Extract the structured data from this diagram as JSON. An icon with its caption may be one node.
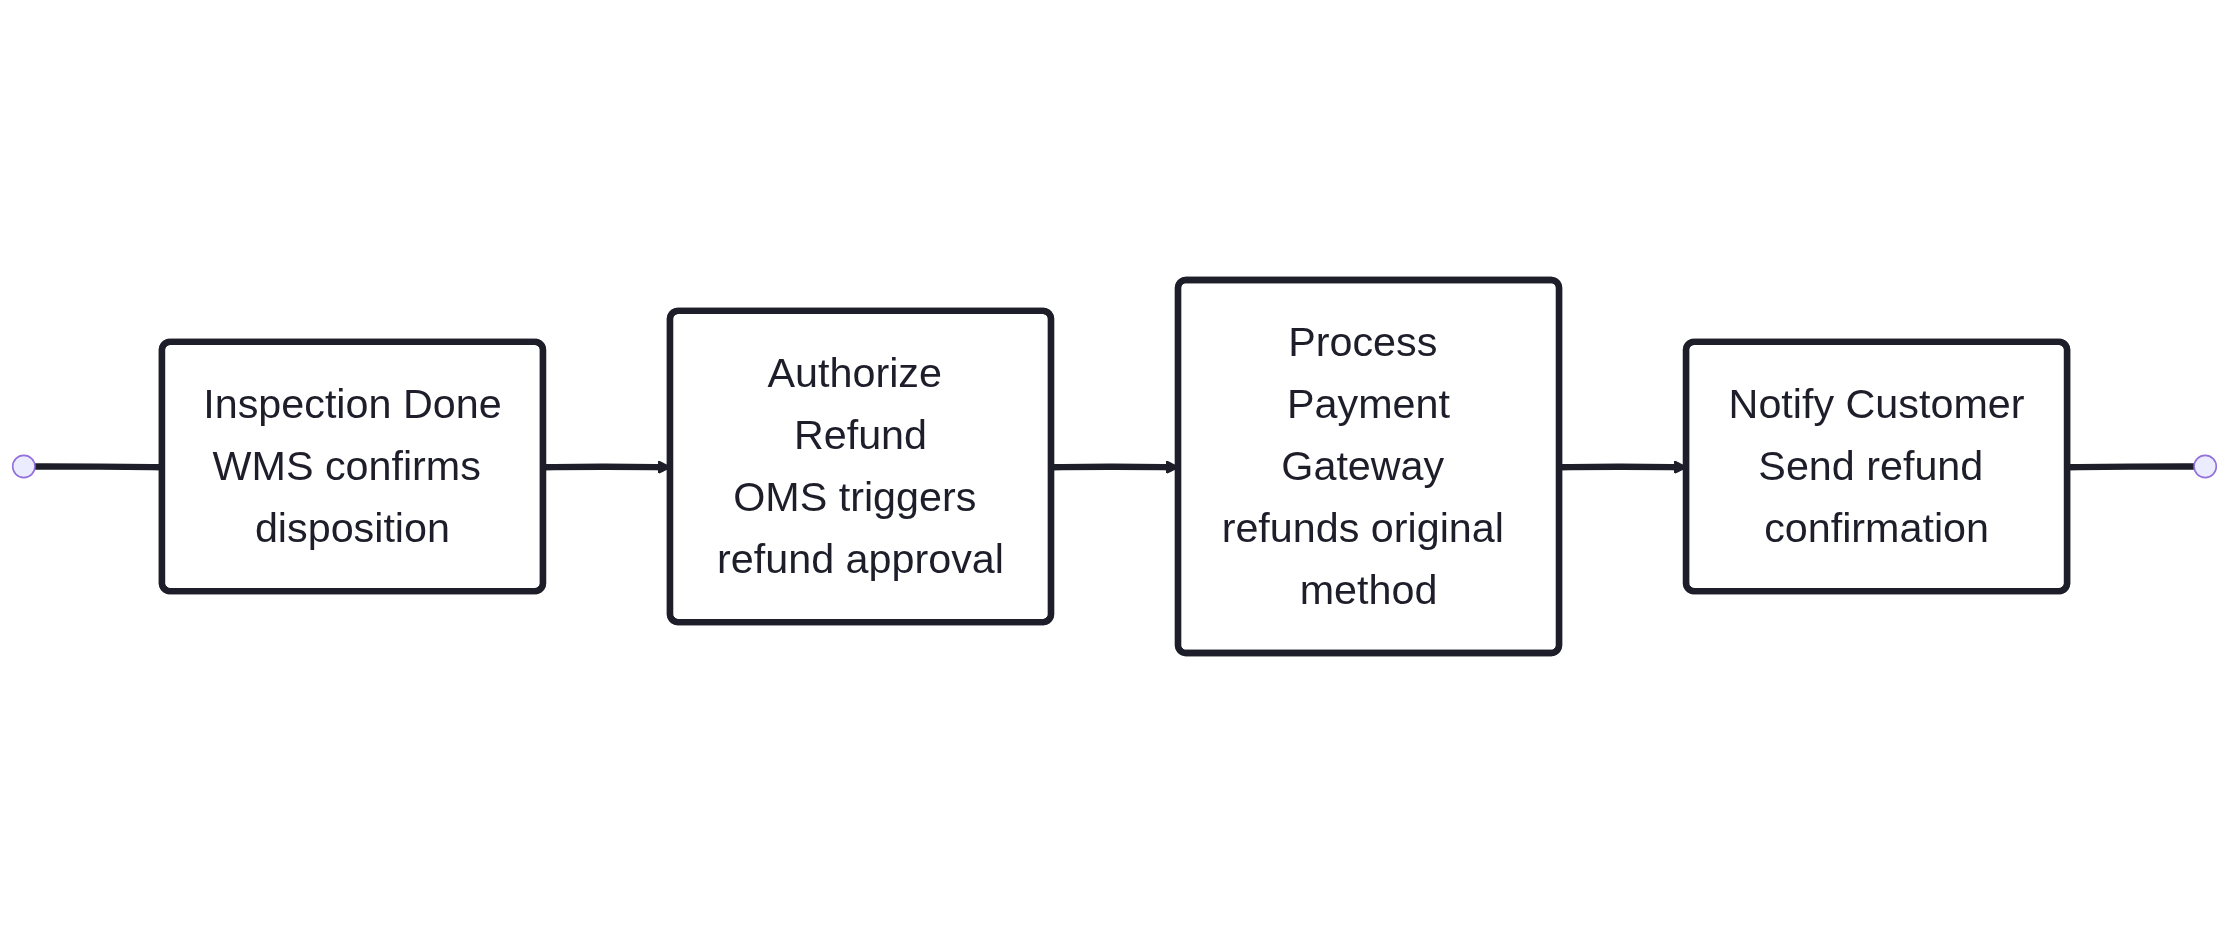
{
  "diagram": {
    "nodes": [
      {
        "text": [],
        "shape": "circle"
      },
      {
        "text": [
          "Inspection Done",
          "WMS confirms disposition"
        ]
      },
      {
        "text": [
          "Authorize Refund",
          "OMS triggers refund approval"
        ]
      },
      {
        "text": [
          "Process Payment",
          "Gateway refunds original method"
        ]
      },
      {
        "text": [
          "Notify Customer",
          "Send refund confirmation"
        ]
      },
      {
        "text": [],
        "shape": "circle"
      }
    ],
    "edges": [
      {
        "from": 0,
        "to": 1,
        "arrow": "none"
      },
      {
        "from": 1,
        "to": 2,
        "arrow": "to"
      },
      {
        "from": 2,
        "to": 3,
        "arrow": "to"
      },
      {
        "from": 3,
        "to": 4,
        "arrow": "to"
      },
      {
        "from": 4,
        "to": 5,
        "arrow": "none"
      }
    ]
  }
}
